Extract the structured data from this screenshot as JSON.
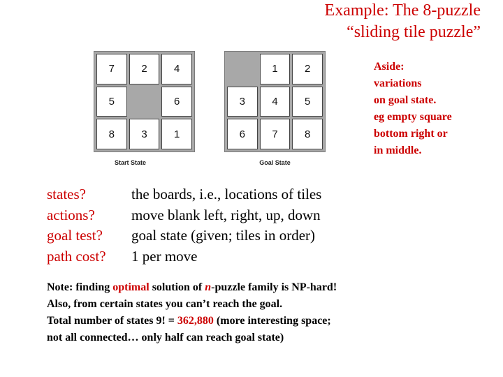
{
  "title": {
    "line1": "Example: The 8-puzzle",
    "line2": "“sliding tile puzzle”"
  },
  "boards": {
    "start": {
      "label": "Start State",
      "tiles": [
        "7",
        "2",
        "4",
        "5",
        "",
        "6",
        "8",
        "3",
        "1"
      ]
    },
    "goal": {
      "label": "Goal State",
      "tiles": [
        "",
        "1",
        "2",
        "3",
        "4",
        "5",
        "6",
        "7",
        "8"
      ]
    }
  },
  "aside": {
    "lines": [
      "Aside:",
      "variations",
      "on goal state.",
      "eg empty square",
      "bottom right or",
      "in middle."
    ]
  },
  "qa": [
    {
      "q": "states?",
      "a": "the boards, i.e., locations of tiles"
    },
    {
      "q": "actions?",
      "a": "move blank left, right, up, down"
    },
    {
      "q": "goal test?",
      "a": "goal state (given; tiles in order)"
    },
    {
      "q": "path cost?",
      "a": "1  per move"
    }
  ],
  "note": {
    "line1_a": "Note: finding ",
    "line1_b": "optimal",
    "line1_c": " solution of ",
    "line1_d": "n",
    "line1_e": "-puzzle family is NP-hard!",
    "line2": "Also, from certain states you can’t reach the goal.",
    "line3_a": "Total number of states 9! = ",
    "line3_b": "362,880",
    "line3_c": " (more interesting space;",
    "line4": "not all connected… only half can reach goal state)"
  },
  "colors": {
    "accent": "#cc0000",
    "board_bg": "#a8a8a8"
  }
}
